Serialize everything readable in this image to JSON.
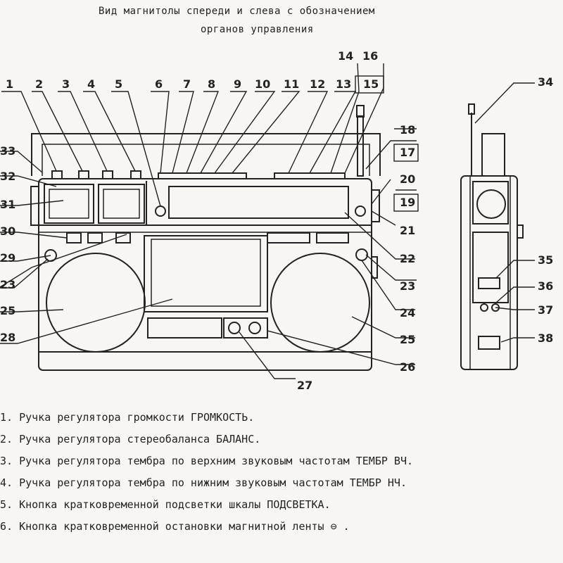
{
  "title": {
    "line1": "Вид магнитолы спереди и слева с обозначением",
    "line2": "органов управления"
  },
  "callouts": {
    "c1": "1",
    "c2": "2",
    "c3": "3",
    "c4": "4",
    "c5": "5",
    "c6": "6",
    "c7": "7",
    "c8": "8",
    "c9": "9",
    "c10": "10",
    "c11": "11",
    "c12": "12",
    "c13": "13",
    "c14": "14",
    "c15": "15",
    "c16": "16",
    "c17": "17",
    "c18": "18",
    "c19": "19",
    "c20": "20",
    "c21": "21",
    "c22": "22",
    "c23a": "23",
    "c23b": "23",
    "c24": "24",
    "c25a": "25",
    "c25b": "25",
    "c26": "26",
    "c27": "27",
    "c28": "28",
    "c29": "29",
    "c30": "30",
    "c31": "31",
    "c32": "32",
    "c33": "33",
    "c34": "34",
    "c35": "35",
    "c36": "36",
    "c37": "37",
    "c38": "38"
  },
  "legend": [
    "1. Ручка регулятора громкости ГРОМКОСТЬ.",
    "2. Ручка регулятора стереобаланса БАЛАНС.",
    "3. Ручка регулятора тембра по верхним звуковым частотам ТЕМБР ВЧ.",
    "4. Ручка регулятора тембра по нижним звуковым частотам ТЕМБР НЧ.",
    "5. Кнопка кратковременной подсветки шкалы ПОДСВЕТКА.",
    "6. Кнопка кратковременной остановки магнитной ленты ⊖ ."
  ]
}
